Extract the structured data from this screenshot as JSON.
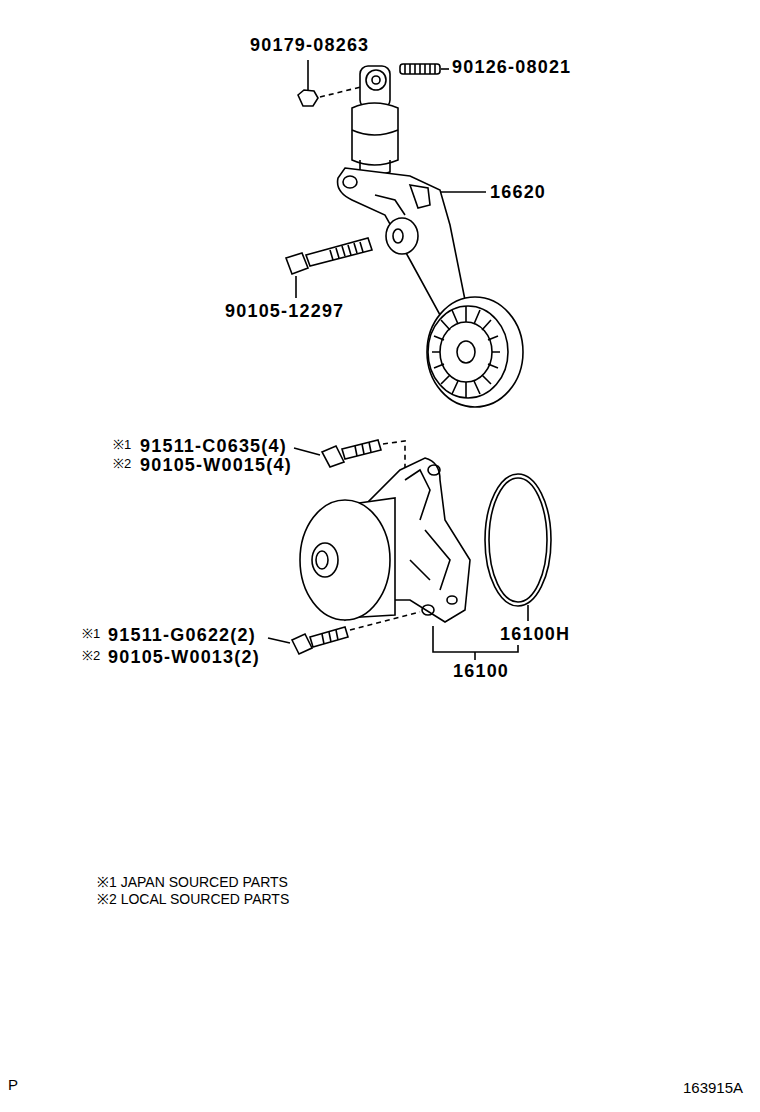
{
  "diagram": {
    "labels": [
      "90179-08263",
      "90126-08021",
      "16620",
      "90105-12297",
      "※1",
      "91511-C0635(4)",
      "※2",
      "90105-W0015(4)",
      "※1",
      "91511-G0622(2)",
      "※2",
      "90105-W0013(2)",
      "16100H",
      "16100",
      "※1 JAPAN SOURCED PARTS",
      "※2 LOCAL SOURCED PARTS",
      "P",
      "163915A"
    ]
  }
}
